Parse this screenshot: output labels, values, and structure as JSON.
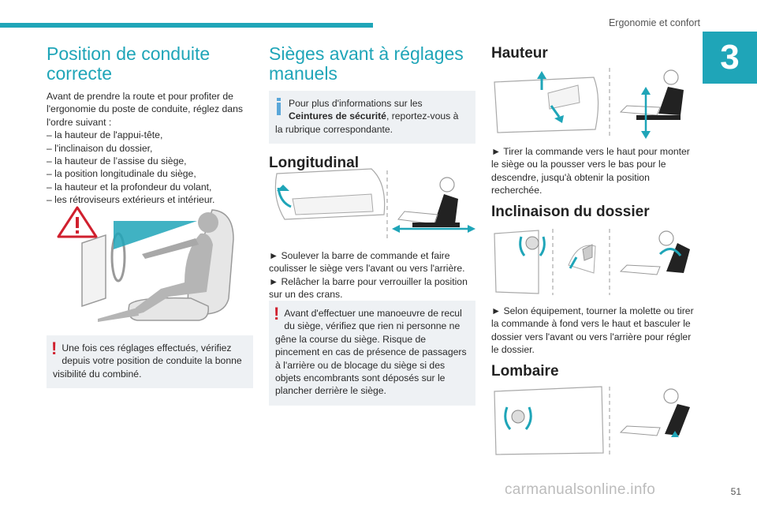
{
  "header": {
    "section": "Ergonomie et confort",
    "chapter": "3"
  },
  "col1": {
    "title": "Position de conduite correcte",
    "intro": "Avant de prendre la route et pour profiter de l'ergonomie du poste de conduite, réglez dans l'ordre suivant :",
    "items": [
      "– la hauteur de l'appui-tête,",
      "– l'inclinaison du dossier,",
      "– la hauteur de l’assise du siège,",
      "– la position longitudinale du siège,",
      "– la hauteur et la profondeur du volant,",
      "– les rétroviseurs extérieurs et intérieur."
    ],
    "warning_mark": "!",
    "note": "Une fois ces réglages effectués, vérifiez depuis votre position de conduite la bonne visibilité du combiné."
  },
  "col2": {
    "title": "Sièges avant à réglages manuels",
    "info_pre": "Pour plus d'informations sur les ",
    "info_bold": "Ceintures de sécurité",
    "info_post": ", reportez-vous à la rubrique correspondante.",
    "long_heading": "Longitudinal",
    "long_text1": "► Soulever la barre de commande et faire coulisser le siège vers l'avant ou vers l'arrière.",
    "long_text2": "► Relâcher la barre pour verrouiller la position sur un des crans.",
    "warning_mark": "!",
    "warn_note": "Avant d'effectuer une manoeuvre de recul du siège, vérifiez que rien ni personne ne gêne la course du siège. Risque de pincement en cas de présence de passagers à l'arrière ou de blocage du siège si des objets encombrants sont déposés sur le plancher derrière le siège."
  },
  "col3": {
    "height_heading": "Hauteur",
    "height_text": "► Tirer la commande vers le haut pour monter le siège ou la pousser vers le bas pour le descendre, jusqu'à obtenir la position recherchée.",
    "recline_heading": "Inclinaison du dossier",
    "recline_text": "► Selon équipement, tourner la molette ou tirer la commande à fond vers le haut et basculer le dossier vers l'avant ou vers l'arrière pour régler le dossier.",
    "lumbar_heading": "Lombaire"
  },
  "footer": {
    "page": "51",
    "watermark": "carmanualsonline.info"
  },
  "colors": {
    "accent": "#1fa5b8",
    "warning": "#d0202e",
    "info": "#5aa7d9",
    "note_bg": "#eef1f4"
  }
}
